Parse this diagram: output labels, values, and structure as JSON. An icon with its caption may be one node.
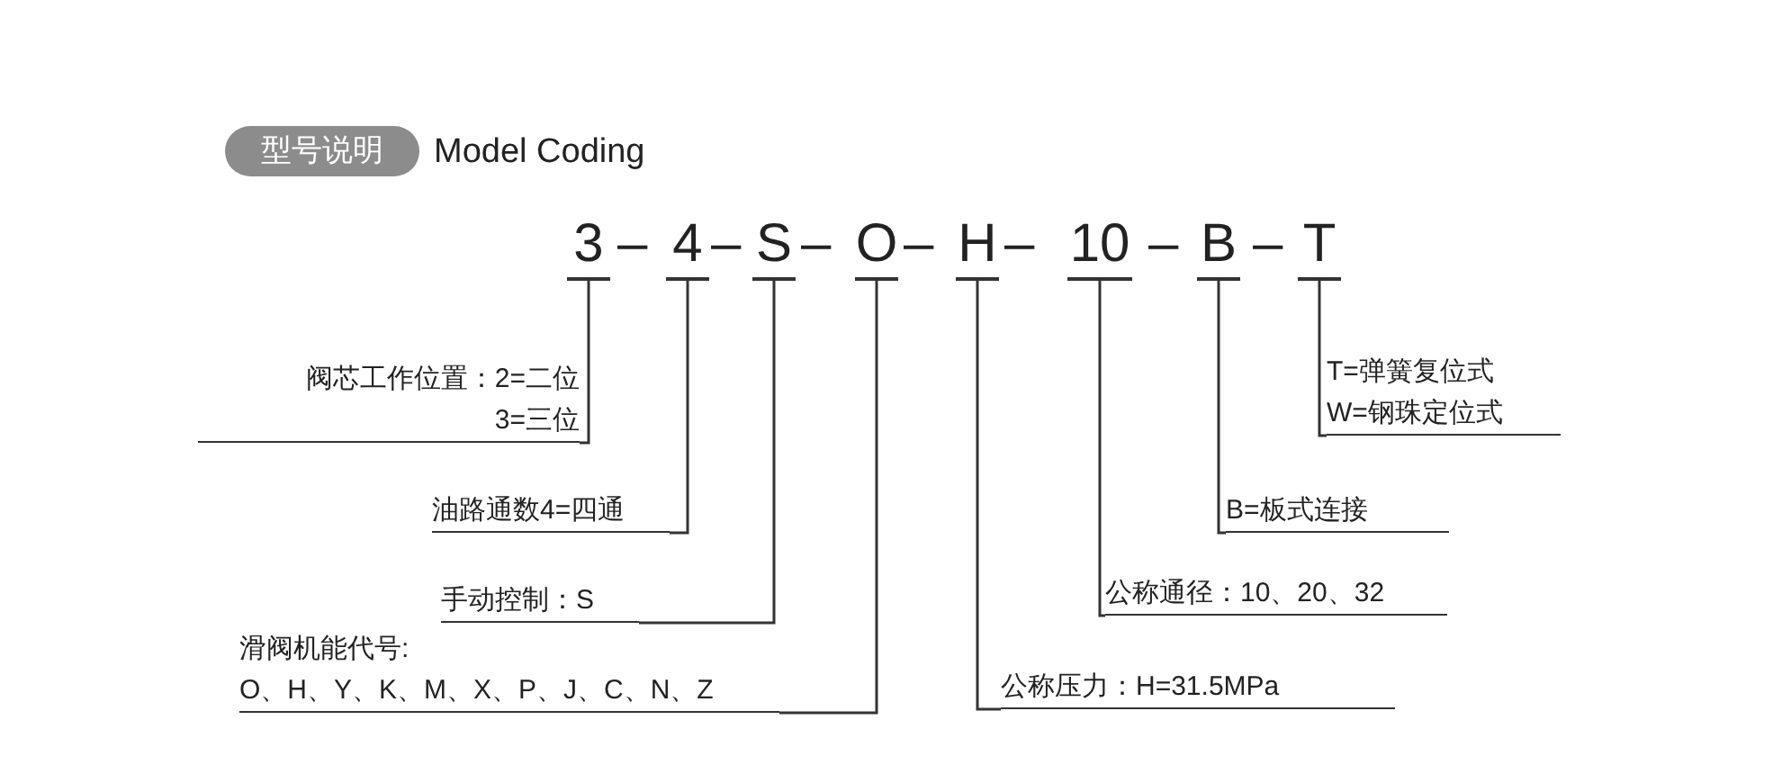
{
  "diagram": {
    "nodes": [
      {
        "text": [
          "型号说明"
        ],
        "beside": [
          "Model Coding"
        ]
      },
      {
        "text": [
          "3"
        ]
      },
      {
        "text": [
          "4"
        ]
      },
      {
        "text": [
          "S"
        ]
      },
      {
        "text": [
          "O"
        ]
      },
      {
        "text": [
          "H"
        ]
      },
      {
        "text": [
          "10"
        ]
      },
      {
        "text": [
          "B"
        ]
      },
      {
        "text": [
          "T"
        ]
      },
      {
        "text": [
          "阀芯工作位置：2=二位",
          "3=三位"
        ]
      },
      {
        "text": [
          "油路通数4=四通"
        ]
      },
      {
        "text": [
          "手动控制：S"
        ]
      },
      {
        "text": [
          "滑阀机能代号:",
          "O、H、Y、K、M、X、P、J、C、N、Z"
        ]
      },
      {
        "text": [
          "公称压力：H=31.5MPa"
        ]
      },
      {
        "text": [
          "公称通径：10、20、32"
        ]
      },
      {
        "text": [
          "B=板式连接"
        ]
      },
      {
        "text": [
          "T=弹簧复位式",
          "W=钢珠定位式"
        ]
      }
    ],
    "edges": [
      {
        "from": 1,
        "to": 9,
        "arrow": "none"
      },
      {
        "from": 2,
        "to": 10,
        "arrow": "none"
      },
      {
        "from": 3,
        "to": 11,
        "arrow": "none"
      },
      {
        "from": 4,
        "to": 12,
        "arrow": "none"
      },
      {
        "from": 5,
        "to": 13,
        "arrow": "none"
      },
      {
        "from": 6,
        "to": 14,
        "arrow": "none"
      },
      {
        "from": 7,
        "to": 15,
        "arrow": "none"
      },
      {
        "from": 8,
        "to": 16,
        "arrow": "none"
      }
    ],
    "labels": [
      "–",
      "–",
      "–",
      "–",
      "–",
      "–",
      "–"
    ]
  }
}
